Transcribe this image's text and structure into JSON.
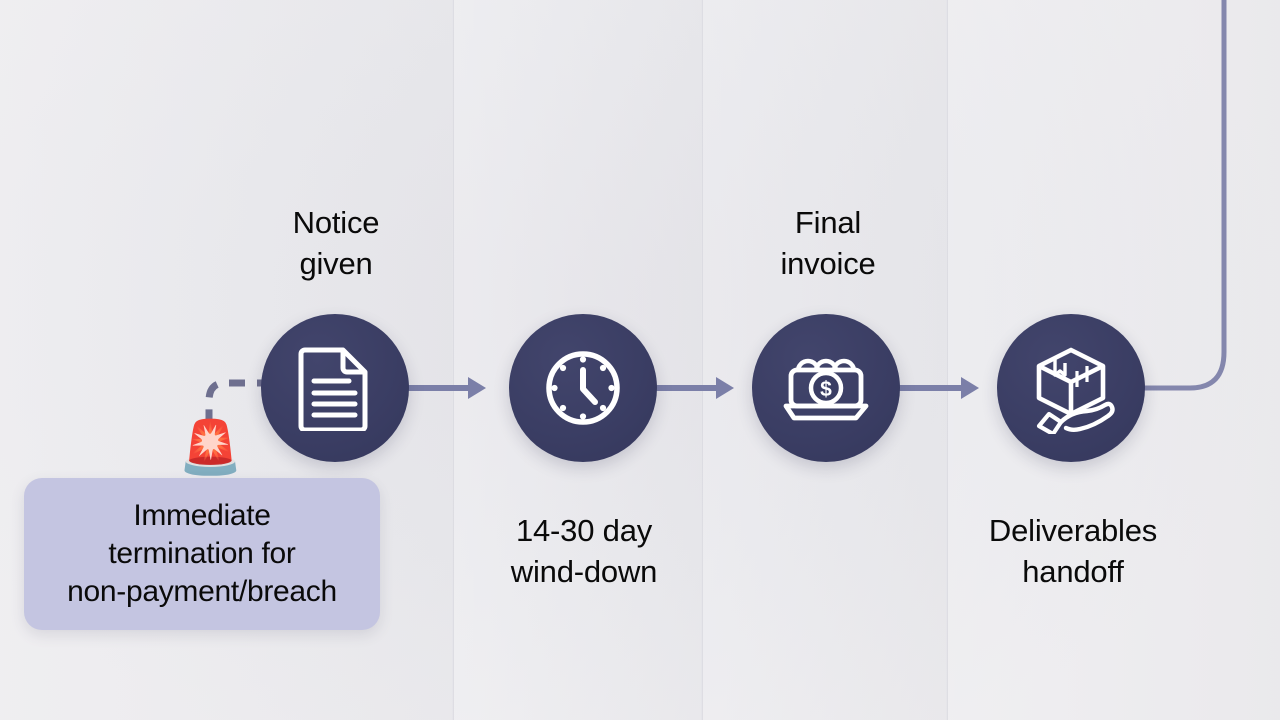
{
  "theme": {
    "background": "#ebebee",
    "node_fill": "#3a3d63",
    "node_icon_stroke": "#ffffff",
    "connector": "#7b7fa8",
    "callout_fill": "#c4c5e1",
    "divider": "#c9c9d2",
    "text": "#0a0a0a",
    "alert_red": "#e33024"
  },
  "diagram": {
    "type": "process-flow",
    "orientation": "horizontal",
    "step_count": 4
  },
  "steps": [
    {
      "id": "notice-given",
      "label": "Notice\ngiven",
      "label_position": "above",
      "icon": "document-icon",
      "icon_description": "page with folded corner and text lines"
    },
    {
      "id": "wind-down",
      "label": "14-30 day\nwind-down",
      "label_position": "below",
      "icon": "clock-icon",
      "icon_description": "analog clock face with hands"
    },
    {
      "id": "final-invoice",
      "label": "Final\ninvoice",
      "label_position": "above",
      "icon": "money-tray-icon",
      "icon_description": "cash tray with dollar sign coin"
    },
    {
      "id": "deliverables-handoff",
      "label": "Deliverables\nhandoff",
      "label_position": "below",
      "icon": "package-handoff-icon",
      "icon_description": "parcel box resting on an open hand"
    }
  ],
  "callout": {
    "id": "immediate-termination",
    "text": "Immediate\ntermination for\nnon-payment/breach",
    "icon": "alarm-light-icon",
    "icon_glyph": "🚨",
    "connector_style": "dashed",
    "connects_to": "notice-given"
  },
  "connectors": [
    {
      "from": "notice-given",
      "to": "wind-down",
      "style": "solid-arrow"
    },
    {
      "from": "wind-down",
      "to": "final-invoice",
      "style": "solid-arrow"
    },
    {
      "from": "final-invoice",
      "to": "deliverables-handoff",
      "style": "solid-arrow"
    },
    {
      "from": "deliverables-handoff",
      "to": "offscreen-top",
      "style": "solid-curve"
    }
  ]
}
